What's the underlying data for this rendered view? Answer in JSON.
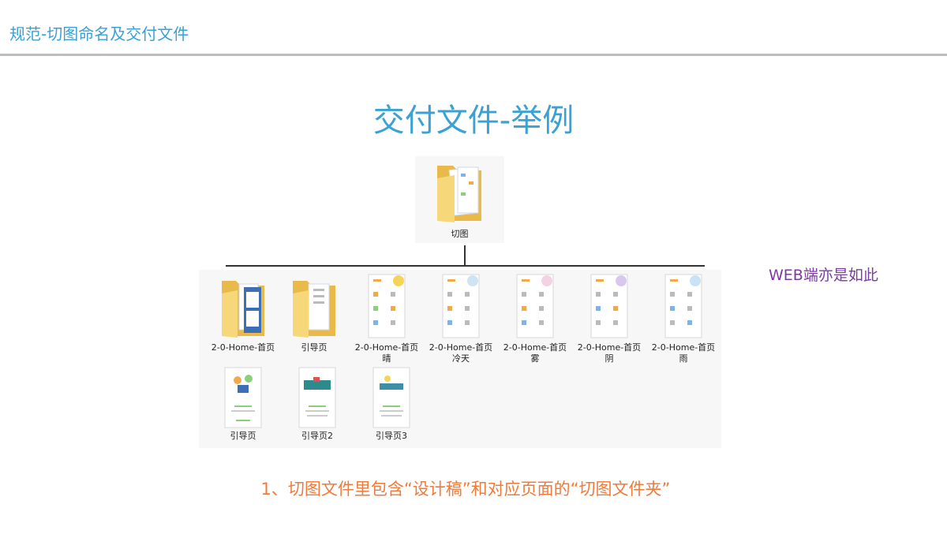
{
  "header": {
    "title": "规范-切图命名及交付文件"
  },
  "main_title": "交付文件-举例",
  "root_folder": {
    "label": "切图"
  },
  "side_note": "WEB端亦是如此",
  "items_row1": [
    {
      "line1": "2-0-Home-首页",
      "line2": ""
    },
    {
      "line1": "引导页",
      "line2": ""
    },
    {
      "line1": "2-0-Home-首页",
      "line2": "晴"
    },
    {
      "line1": "2-0-Home-首页",
      "line2": "冷天"
    },
    {
      "line1": "2-0-Home-首页",
      "line2": "雾"
    },
    {
      "line1": "2-0-Home-首页",
      "line2": "阴"
    },
    {
      "line1": "2-0-Home-首页",
      "line2": "雨"
    }
  ],
  "items_row2": [
    {
      "line1": "引导页"
    },
    {
      "line1": "引导页2"
    },
    {
      "line1": "引导页3"
    }
  ],
  "note": "1、切图文件里包含“设计稿”和对应页面的“切图文件夹”",
  "colors": {
    "title_blue": "#3aa1d4",
    "note_orange": "#f07a3a",
    "side_purple": "#7b3aa6",
    "folder_yellow": "#f6d77a"
  }
}
